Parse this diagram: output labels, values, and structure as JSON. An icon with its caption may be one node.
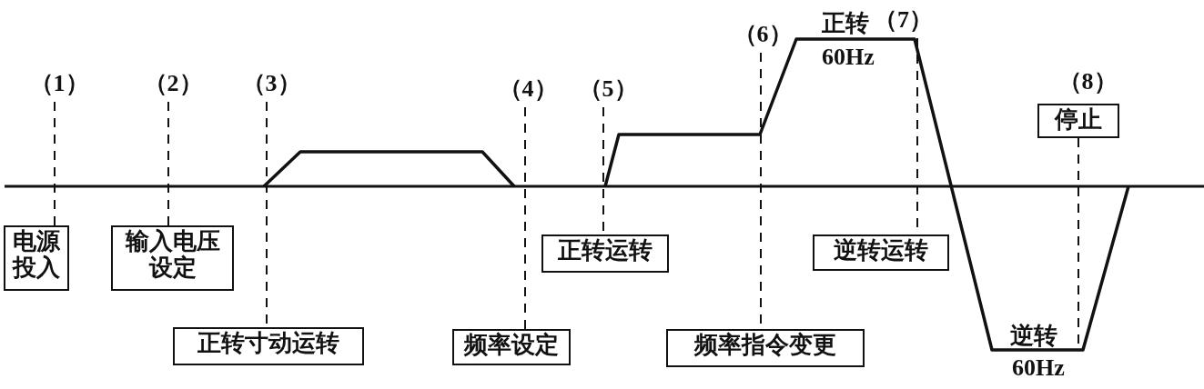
{
  "diagram": {
    "nodes": [
      {
        "text": [
          "（1）"
        ]
      },
      {
        "text": [
          "（2）"
        ]
      },
      {
        "text": [
          "（3）"
        ]
      },
      {
        "text": [
          "（4）"
        ]
      },
      {
        "text": [
          "（5）"
        ]
      },
      {
        "text": [
          "（6）"
        ]
      },
      {
        "text": [
          "（7）"
        ]
      },
      {
        "text": [
          "（8）"
        ]
      },
      {
        "text": [
          "电源投入"
        ]
      },
      {
        "text": [
          "输入电压设定"
        ]
      },
      {
        "text": [
          "正转寸动运转"
        ]
      },
      {
        "text": [
          "频率设定"
        ]
      },
      {
        "text": [
          "正转运转"
        ]
      },
      {
        "text": [
          "频率指令变更"
        ]
      },
      {
        "text": [
          "逆转运转"
        ]
      },
      {
        "text": [
          "停止"
        ]
      }
    ],
    "edges": [
      {
        "from": 0,
        "to": 8,
        "arrow": "none",
        "style": "dashed"
      },
      {
        "from": 1,
        "to": 9,
        "arrow": "none",
        "style": "dashed"
      },
      {
        "from": 2,
        "to": 10,
        "arrow": "none",
        "style": "dashed"
      },
      {
        "from": 3,
        "to": 11,
        "arrow": "none",
        "style": "dashed"
      },
      {
        "from": 4,
        "to": 12,
        "arrow": "none",
        "style": "dashed"
      },
      {
        "from": 5,
        "to": 13,
        "arrow": "none",
        "style": "dashed"
      },
      {
        "from": 6,
        "to": 14,
        "arrow": "none",
        "style": "dashed"
      },
      {
        "from": 15,
        "to": null,
        "arrow": "none",
        "style": "dashed"
      }
    ],
    "labels": [
      "正转",
      "60Hz",
      "逆转",
      "60Hz"
    ]
  }
}
